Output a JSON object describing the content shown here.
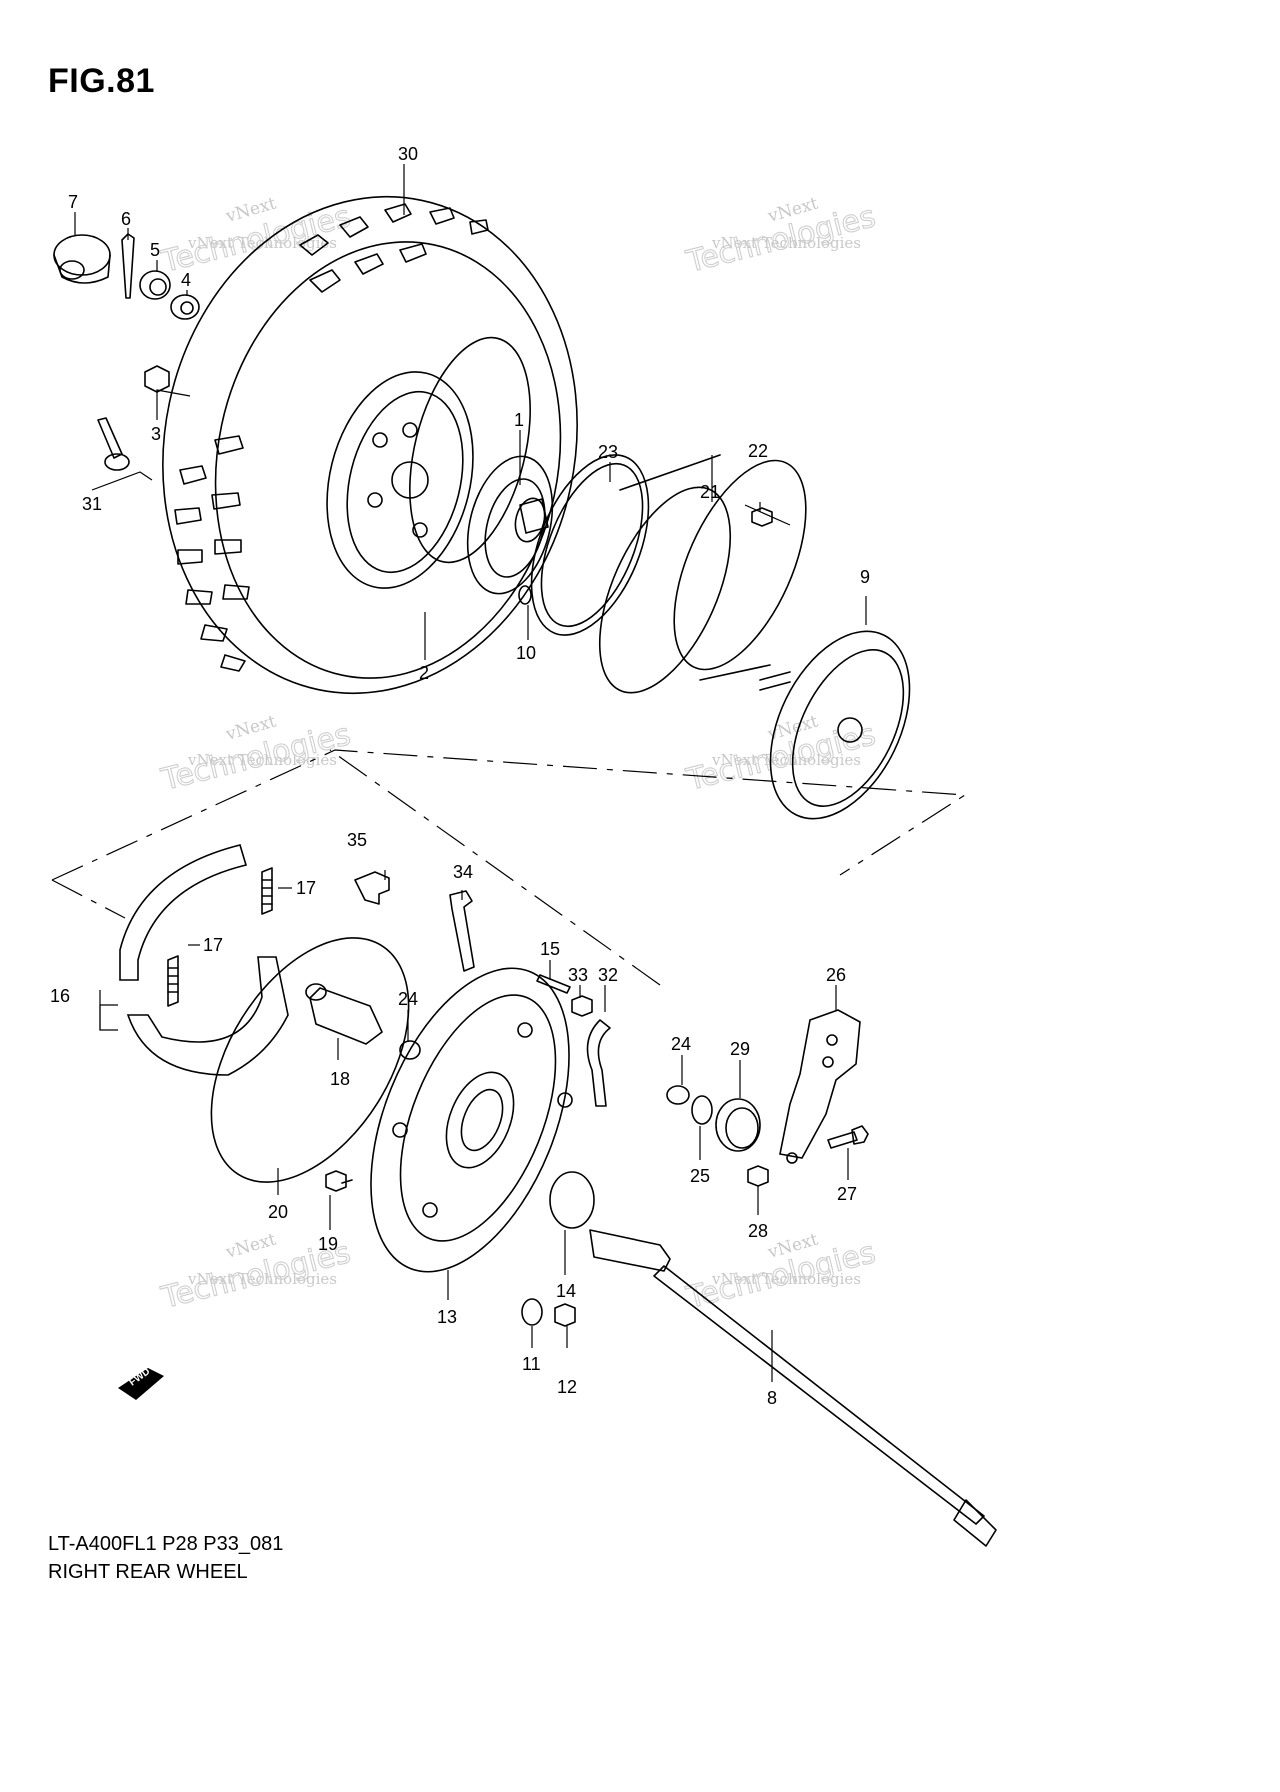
{
  "figure": {
    "title": "FIG.81",
    "model_code": "LT-A400FL1 P28 P33_081",
    "caption": "RIGHT REAR WHEEL"
  },
  "watermark": {
    "line1": "vNext",
    "line2": "vNext Technologies",
    "line3": "Technologies"
  },
  "direction_badge": "FWD",
  "callouts": {
    "c1": "1",
    "c2": "2",
    "c3": "3",
    "c4": "4",
    "c5": "5",
    "c6": "6",
    "c7": "7",
    "c8": "8",
    "c9": "9",
    "c10": "10",
    "c11": "11",
    "c12": "12",
    "c13": "13",
    "c14": "14",
    "c15": "15",
    "c16": "16",
    "c17a": "17",
    "c17b": "17",
    "c18": "18",
    "c19": "19",
    "c20": "20",
    "c21": "21",
    "c22": "22",
    "c23": "23",
    "c24a": "24",
    "c24b": "24",
    "c25": "25",
    "c26": "26",
    "c27": "27",
    "c28": "28",
    "c29": "29",
    "c30": "30",
    "c31": "31",
    "c32": "32",
    "c33": "33",
    "c34": "34",
    "c35": "35"
  }
}
